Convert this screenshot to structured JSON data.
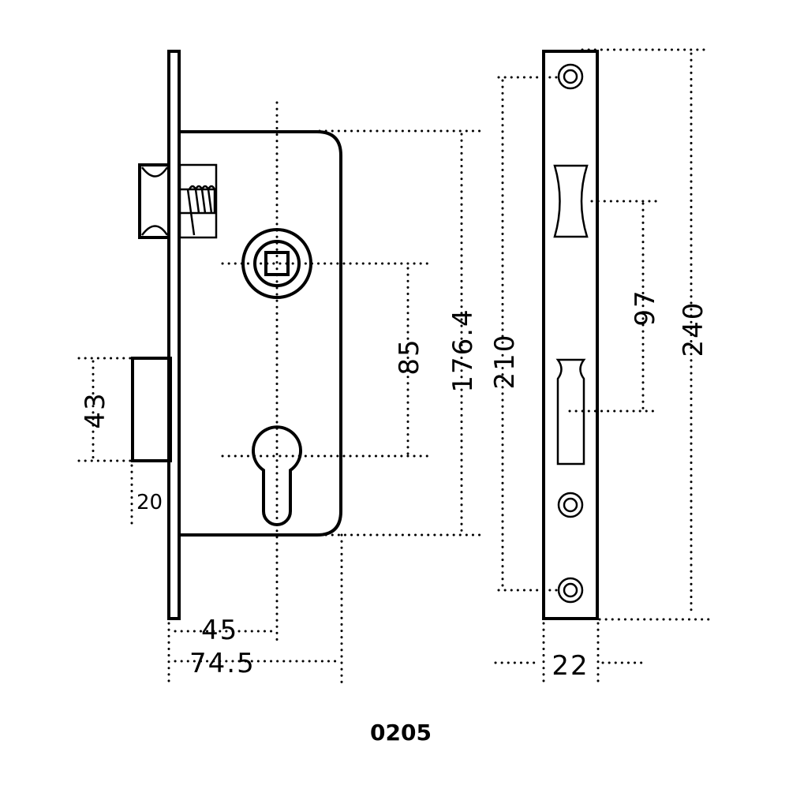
{
  "drawing": {
    "model_code": "0205",
    "dimensions": {
      "backset": "45",
      "body_depth": "74.5",
      "bolt_height": "43",
      "bolt_throw": "20",
      "handle_to_cylinder": "85",
      "body_height": "176.4",
      "screw_spacing": "210",
      "faceplate_height": "240",
      "latch_to_bolt": "97",
      "faceplate_width": "22"
    }
  }
}
